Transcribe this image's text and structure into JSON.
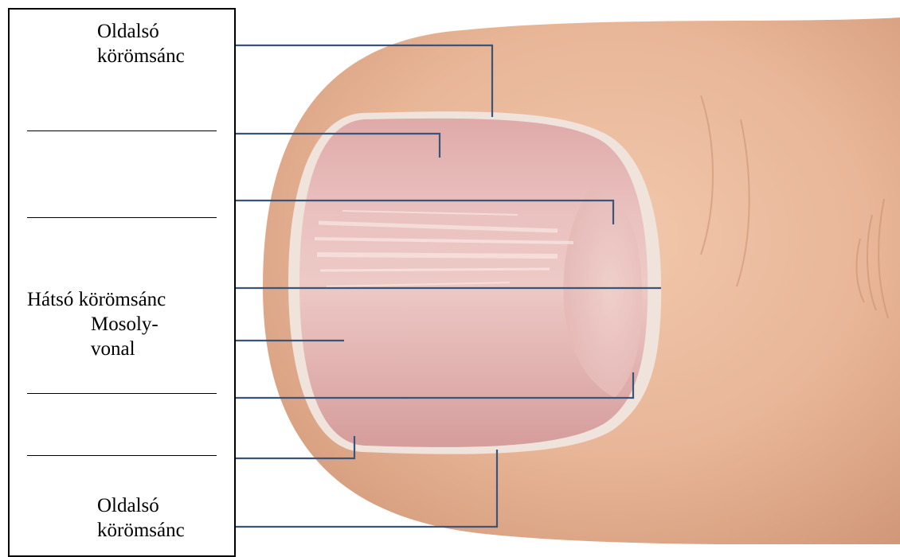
{
  "labels": {
    "lateral_fold_top": "Oldalsó\nkörömsánc",
    "proximal_fold": "Hátsó körömsánc",
    "lunula": "Mosoly-\nvonal",
    "lateral_fold_bottom": "Oldalsó\nkörömsánc"
  },
  "blank_count": 4,
  "colors": {
    "leader_line": "#3a5577",
    "skin": "#e6b699",
    "nail": "#e3b3b1",
    "free_edge": "#f0e8e2"
  }
}
